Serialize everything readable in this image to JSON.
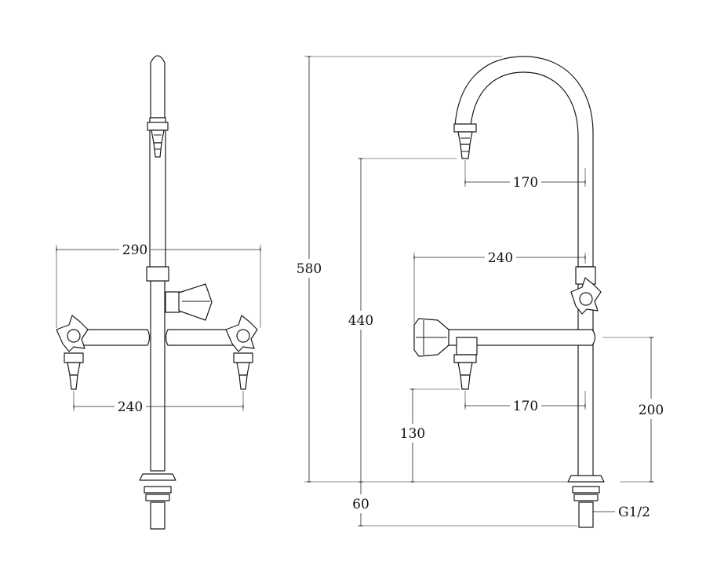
{
  "front_view": {
    "dim_overall_width": "290",
    "dim_outlet_spacing": "240"
  },
  "side_view": {
    "dim_total_height": "580",
    "dim_top_outlet_height": "440",
    "dim_lower_outlet_height": "130",
    "dim_arm_height": "200",
    "dim_top_reach": "170",
    "dim_lower_reach": "170",
    "dim_handle_reach": "240",
    "dim_shank_length": "60",
    "thread_label": "G1/2"
  },
  "colors": {
    "line": "#1a1a1a",
    "background": "#ffffff"
  }
}
